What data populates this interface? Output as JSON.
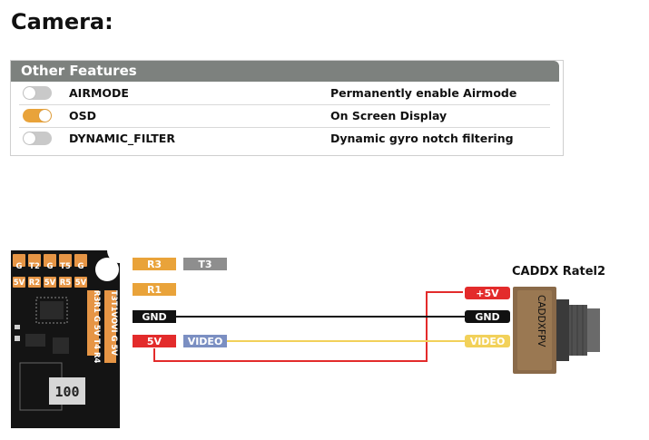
{
  "page": {
    "title": "Camera:"
  },
  "features": {
    "header": "Other Features",
    "items": [
      {
        "name": "AIRMODE",
        "description": "Permanently enable Airmode",
        "enabled": false
      },
      {
        "name": "OSD",
        "description": "On Screen Display",
        "enabled": true
      },
      {
        "name": "DYNAMIC_FILTER",
        "description": "Dynamic gyro notch filtering",
        "enabled": false
      }
    ]
  },
  "colors": {
    "accent_orange": "#e9a33a",
    "header_gray": "#7d817e",
    "wire_red": "#e32b2b",
    "wire_yellow": "#f2d15a",
    "wire_black": "#111111",
    "video_label": "#7b8fc2",
    "board": "#141414",
    "pad_orange": "#e69545",
    "camera_body": "#8a6a49"
  },
  "diagram": {
    "camera_name": "CADDX Ratel2",
    "camera_brand": "CADDXFPV",
    "board": {
      "top_pad_labels": [
        "G",
        "T2",
        "G",
        "T5",
        "G"
      ],
      "top_pad_labels_row2": [
        "5V",
        "R2",
        "5V",
        "R5",
        "5V"
      ],
      "side_pads_top": "R3R1 G 5V T4 R4",
      "side_pads_bottom": "T3T1VOVI G 5V",
      "chip_label": "100"
    },
    "fc_labels": {
      "r3": "R3",
      "t3": "T3",
      "r1": "R1",
      "gnd": "GND",
      "v5": "5V",
      "video": "VIDEO"
    },
    "camera_labels": {
      "v5": "+5V",
      "gnd": "GND",
      "video": "VIDEO"
    }
  }
}
